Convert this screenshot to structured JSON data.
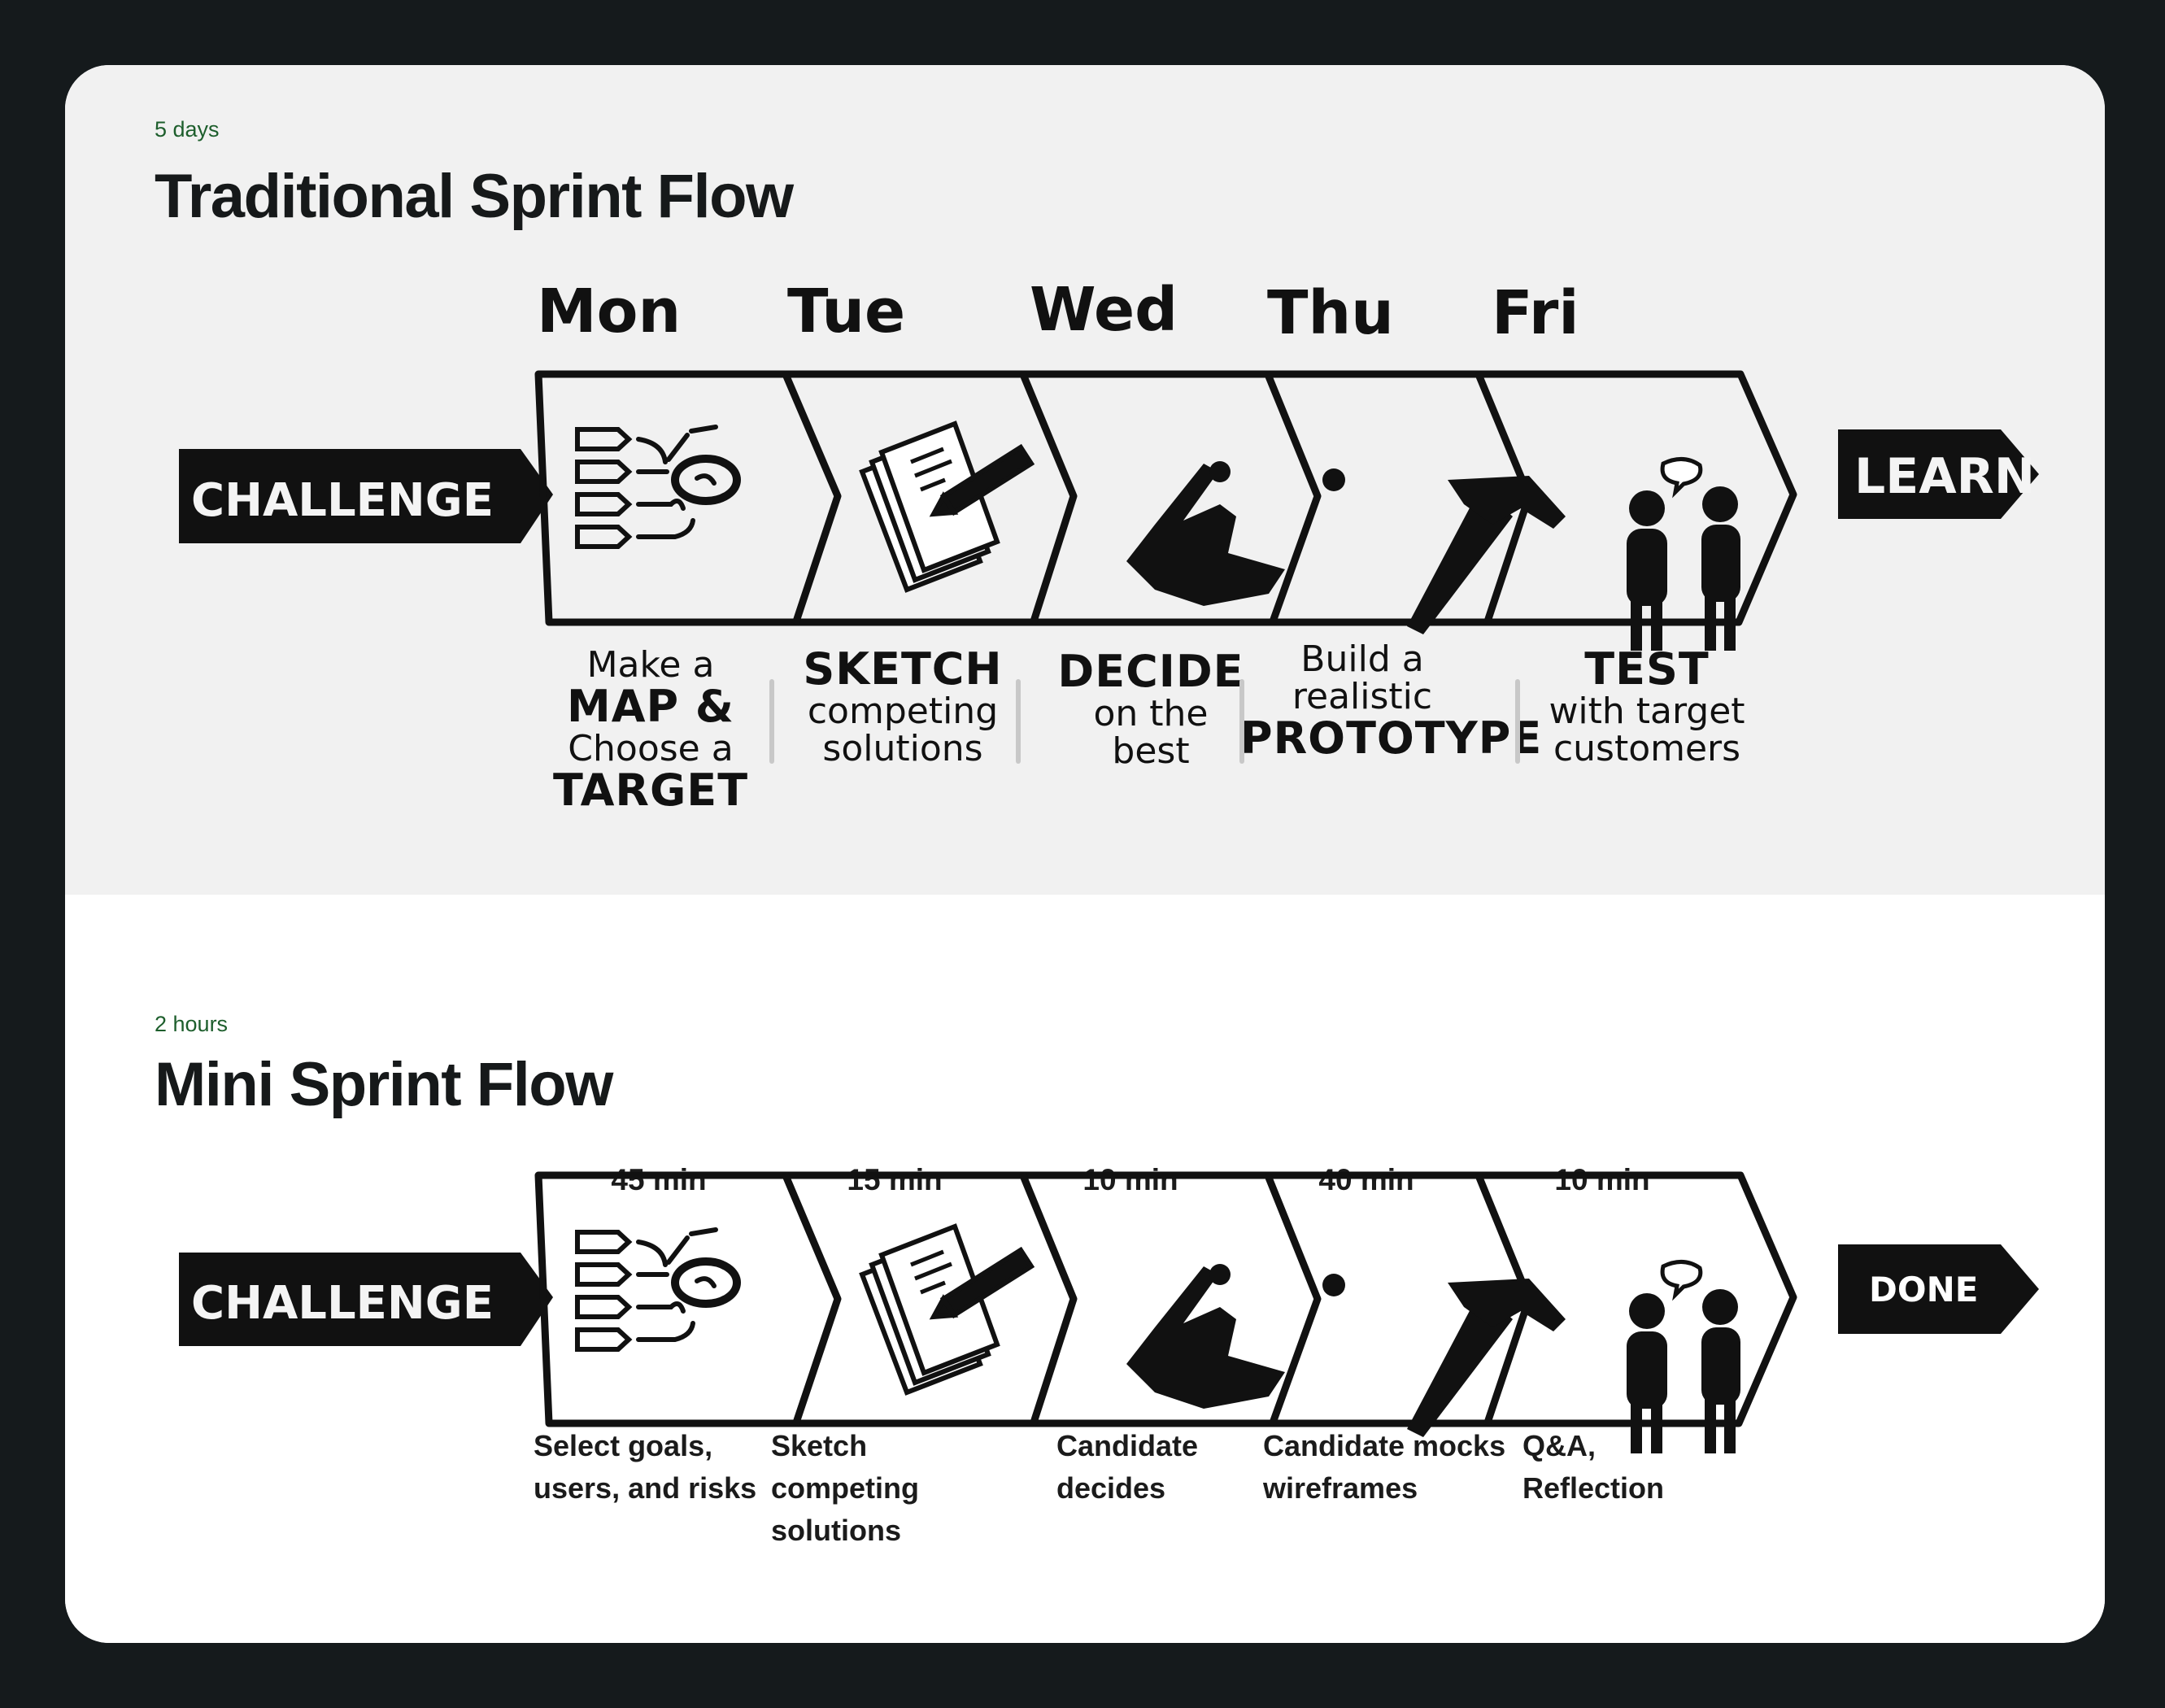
{
  "traditional": {
    "eyebrow": "5 days",
    "title": "Traditional Sprint Flow",
    "start": "CHALLENGE",
    "end": "LEARN",
    "days": [
      "Mon",
      "Tue",
      "Wed",
      "Thu",
      "Fri"
    ],
    "steps": [
      {
        "lines": [
          "Make a",
          "MAP &",
          "Choose a",
          "TARGET"
        ]
      },
      {
        "lines": [
          "SKETCH",
          "competing",
          "solutions"
        ]
      },
      {
        "lines": [
          "DECIDE",
          "on the",
          "best"
        ]
      },
      {
        "lines": [
          "Build a",
          "realistic",
          "PROTOTYPE"
        ]
      },
      {
        "lines": [
          "TEST",
          "with target",
          "customers"
        ]
      }
    ]
  },
  "mini": {
    "eyebrow": "2 hours",
    "title": "Mini Sprint Flow",
    "start": "CHALLENGE",
    "end": "DONE",
    "durations": [
      "45 min",
      "15 min",
      "10 min",
      "40 min",
      "10 min"
    ],
    "steps": [
      {
        "text": "Select goals,\nusers, and risks"
      },
      {
        "text": "Sketch competing\nsolutions"
      },
      {
        "text": "Candidate\ndecides"
      },
      {
        "text": "Candidate mocks\nwireframes"
      },
      {
        "text": "Q&A,\nReflection"
      }
    ]
  },
  "icons": [
    "map-checklist-icon",
    "sketch-pencil-icon",
    "pointing-hand-icon",
    "hammer-icon",
    "people-talking-icon"
  ],
  "colors": {
    "page_bg": "#151a1c",
    "card_bg": "#ffffff",
    "top_section_bg": "#f1f1f1",
    "eyebrow": "#1d5e2c",
    "title": "#16191a",
    "ink": "#111111"
  }
}
